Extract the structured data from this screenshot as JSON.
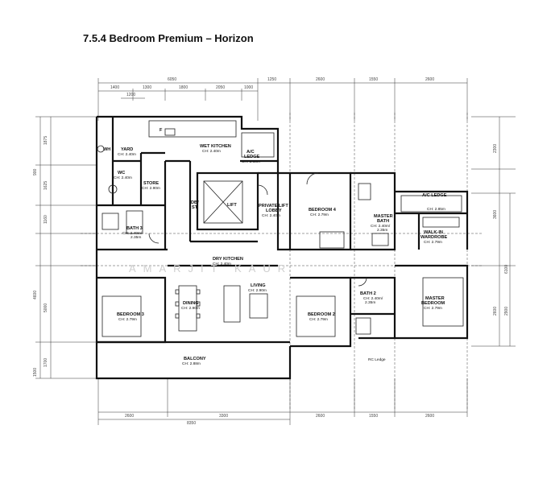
{
  "title": "7.5.4 Bedroom Premium – Horizon",
  "watermark": "AMARJIT KAUR",
  "rooms": {
    "wet_kitchen": {
      "name": "WET KITCHEN",
      "ch": "CH: 2.40m"
    },
    "yard": {
      "name": "YARD",
      "ch": "CH: 2.40m"
    },
    "wh": {
      "name": "WH"
    },
    "wc": {
      "name": "WC",
      "ch": "CH: 2.40m"
    },
    "store": {
      "name": "STORE",
      "ch": "CH: 2.90m"
    },
    "ac_ledge_kitchen": {
      "name": "A/C",
      "name2": "LEDGE",
      "ch": "CH: 2.68m"
    },
    "lift": {
      "name": "LIFT"
    },
    "db": {
      "name": "DB/",
      "name2": "ST"
    },
    "private_lift_lobby": {
      "name": "PRIVATE LIFT",
      "name2": "LOBBY",
      "ch": "CH: 2.40m"
    },
    "bedroom4": {
      "name": "BEDROOM 4",
      "ch": "CH: 2.79m"
    },
    "master_bath": {
      "name": "MASTER",
      "name2": "BATH",
      "ch": "CH: 2.40m/",
      "ch2": "2.35m"
    },
    "ac_ledge_master": {
      "name": "A/C LEDGE",
      "ch": "CH: 2.85m"
    },
    "walk_in_wardrobe": {
      "name": "WALK-IN",
      "name2": "WARDROBE",
      "ch": "CH: 2.79m"
    },
    "bath3": {
      "name": "BATH 3",
      "ch": "CH: 2.40m/",
      "ch2": "2.35m"
    },
    "dry_kitchen": {
      "name": "DRY KITCHEN",
      "ch": "CH: 2.40m"
    },
    "dining": {
      "name": "DINING",
      "ch": "CH: 2.90m"
    },
    "living": {
      "name": "LIVING",
      "ch": "CH: 2.90m"
    },
    "bedroom3": {
      "name": "BEDROOM 3",
      "ch": "CH: 2.79m"
    },
    "bedroom2": {
      "name": "BEDROOM 2",
      "ch": "CH: 2.79m"
    },
    "bath2": {
      "name": "BATH 2",
      "ch": "CH: 2.40m/",
      "ch2": "2.35m"
    },
    "master_bedroom": {
      "name": "MASTER",
      "name2": "BEDROOM",
      "ch": "CH: 2.79m"
    },
    "balcony": {
      "name": "BALCONY",
      "ch": "CH: 2.88m"
    },
    "rc_ledge": {
      "name": "RC Ledge"
    },
    "fridge": {
      "name": "F"
    }
  },
  "dimensions": {
    "top_row1": [
      "6050",
      "1250",
      "2600",
      "1550",
      "2600"
    ],
    "top_row2": [
      "1400",
      "1300",
      "1800",
      "2050",
      "1000"
    ],
    "top_row3": [
      "1200"
    ],
    "bottom_row1": [
      "2600",
      "3300",
      "2600",
      "1550",
      "2600"
    ],
    "bottom_row2": [
      "8350"
    ],
    "left_col": [
      "1875",
      "1625",
      "1160",
      "5000",
      "1700",
      "1500",
      "4600",
      "900"
    ],
    "right_col": [
      "2300",
      "3600",
      "2600",
      "2900",
      "6100"
    ]
  }
}
